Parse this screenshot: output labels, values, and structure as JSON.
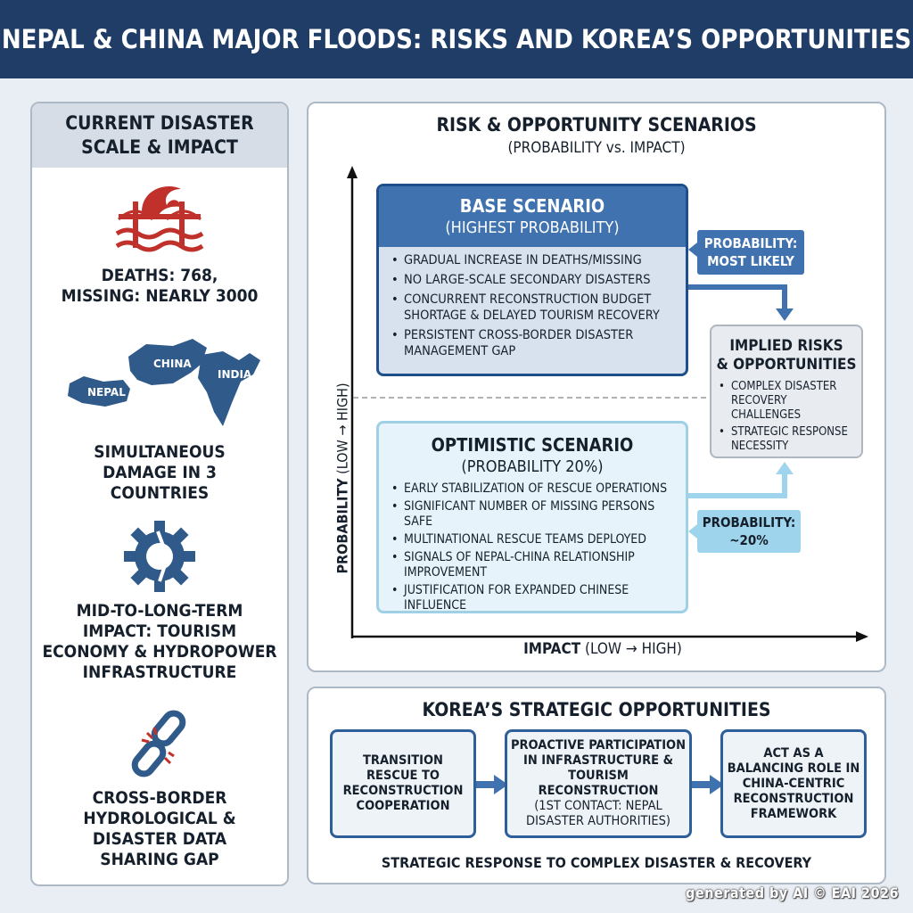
{
  "header": {
    "title": "NEPAL & CHINA MAJOR FLOODS: RISKS AND KOREA’S OPPORTUNITIES"
  },
  "left_panel": {
    "title_line1": "CURRENT DISASTER",
    "title_line2": "SCALE & IMPACT",
    "items": [
      {
        "icon": "flood-bridge-icon",
        "lines": [
          "DEATHS: 768,",
          "MISSING: NEARLY 3000"
        ]
      },
      {
        "icon": "map-icon",
        "lines": [
          "SIMULTANEOUS",
          "DAMAGE IN 3",
          "COUNTRIES"
        ],
        "map_labels": [
          "NEPAL",
          "CHINA",
          "INDIA"
        ]
      },
      {
        "icon": "broken-gear-icon",
        "lines": [
          "MID-TO-LONG-TERM",
          "IMPACT: TOURISM",
          "ECONOMY & HYDROPOWER",
          "INFRASTRUCTURE"
        ]
      },
      {
        "icon": "broken-chain-icon",
        "lines": [
          "CROSS-BORDER",
          "HYDROLOGICAL &",
          "DISASTER DATA",
          "SHARING GAP"
        ]
      }
    ]
  },
  "scenarios": {
    "title": "RISK & OPPORTUNITY SCENARIOS",
    "subtitle": "(PROBABILITY vs. IMPACT)",
    "y_axis_bold": "PROBABILITY",
    "y_axis_rest": " (LOW → HIGH)",
    "x_axis_bold": "IMPACT",
    "x_axis_rest": " (LOW → HIGH)",
    "base": {
      "title": "BASE SCENARIO",
      "subtitle": "(HIGHEST PROBABILITY)",
      "bullets": [
        "GRADUAL INCREASE IN DEATHS/MISSING",
        "NO LARGE-SCALE SECONDARY DISASTERS",
        "CONCURRENT RECONSTRUCTION BUDGET SHORTAGE & DELAYED TOURISM RECOVERY",
        "PERSISTENT CROSS-BORDER DISASTER MANAGEMENT GAP"
      ],
      "prob_line1": "PROBABILITY:",
      "prob_line2": "MOST LIKELY"
    },
    "optimistic": {
      "title": "OPTIMISTIC SCENARIO",
      "subtitle": "(PROBABILITY 20%)",
      "bullets": [
        "EARLY STABILIZATION OF RESCUE OPERATIONS",
        "SIGNIFICANT NUMBER OF MISSING PERSONS SAFE",
        "MULTINATIONAL RESCUE TEAMS DEPLOYED",
        "SIGNALS OF NEPAL-CHINA RELATIONSHIP IMPROVEMENT",
        "JUSTIFICATION FOR EXPANDED CHINESE INFLUENCE"
      ],
      "prob_line1": "PROBABILITY:",
      "prob_line2": "~20%"
    },
    "implied": {
      "title_line1": "IMPLIED RISKS",
      "title_line2": "& OPPORTUNITIES",
      "bullets": [
        "COMPLEX DISASTER RECOVERY CHALLENGES",
        "STRATEGIC RESPONSE NECESSITY"
      ]
    }
  },
  "korea": {
    "title": "KOREA’S STRATEGIC OPPORTUNITIES",
    "boxes": [
      {
        "lines": [
          "TRANSITION",
          "RESCUE TO",
          "RECONSTRUCTION",
          "COOPERATION"
        ]
      },
      {
        "lines": [
          "PROACTIVE PARTICIPATION",
          "IN INFRASTRUCTURE &",
          "TOURISM",
          "RECONSTRUCTION"
        ],
        "note_lines": [
          "(1ST CONTACT: NEPAL",
          "DISASTER AUTHORITIES)"
        ]
      },
      {
        "lines": [
          "ACT AS A",
          "BALANCING ROLE IN",
          "CHINA-CENTRIC",
          "RECONSTRUCTION",
          "FRAMEWORK"
        ]
      }
    ],
    "footer": "STRATEGIC RESPONSE TO COMPLEX DISASTER & RECOVERY"
  },
  "credit": "generated by AI © EAI 2026",
  "colors": {
    "header": "#1f3d66",
    "base_blue": "#3f72af",
    "light_blue": "#9fd5ec",
    "red_icon": "#c0312b",
    "icon_blue": "#2f5a8a"
  }
}
